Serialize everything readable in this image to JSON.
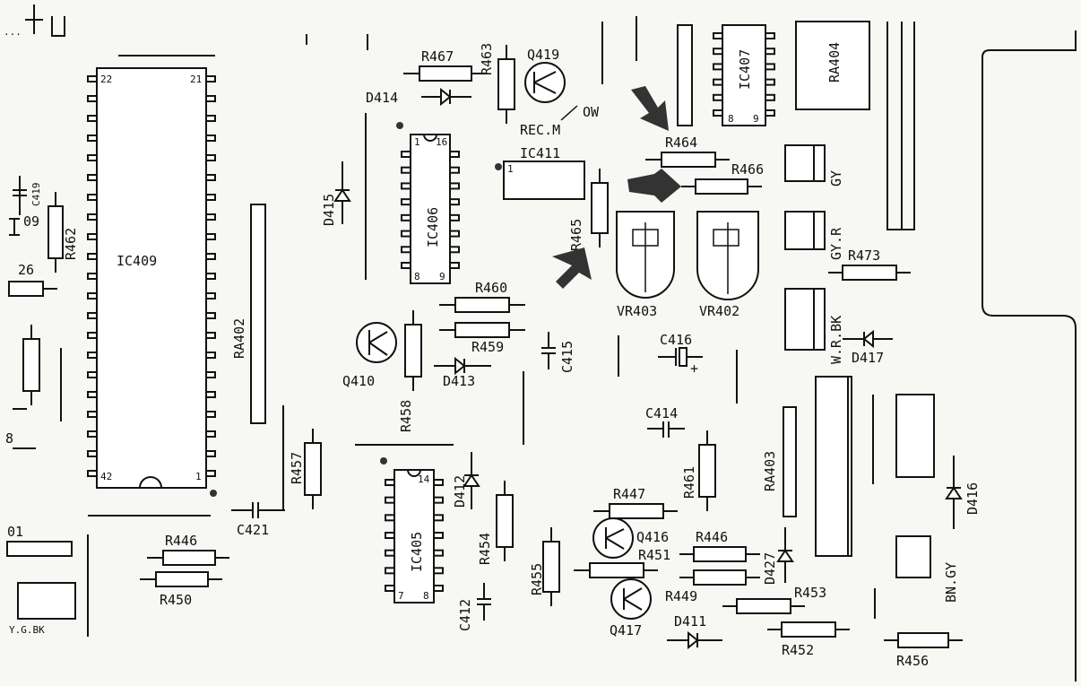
{
  "components": {
    "ic409": "IC409",
    "ic406": "IC406",
    "ic407": "IC407",
    "ic411": "IC411",
    "ic405": "IC405",
    "ra402": "RA402",
    "ra403": "RA403",
    "ra404": "RA404",
    "r467": "R467",
    "r463": "R463",
    "r464": "R464",
    "r466": "R466",
    "r465": "R465",
    "r460": "R460",
    "r459": "R459",
    "r458": "R458",
    "r457": "R457",
    "r462": "R462",
    "r446a": "R446",
    "r446b": "R446",
    "r450": "R450",
    "r454": "R454",
    "r455": "R455",
    "r447": "R447",
    "r451": "R451",
    "r449": "R449",
    "r453": "R453",
    "r452": "R452",
    "r456": "R456",
    "r473": "R473",
    "r461": "R461",
    "q419": "Q419",
    "q410": "Q410",
    "q416": "Q416",
    "q417": "Q417",
    "d414": "D414",
    "d415": "D415",
    "d413": "D413",
    "d412": "D412",
    "d411": "D411",
    "d417": "D417",
    "d416": "D416",
    "d427": "D427",
    "c419": "C419",
    "c415": "C415",
    "c416": "C416",
    "c414": "C414",
    "c421": "C421",
    "c412": "C412",
    "vr403": "VR403",
    "vr402": "VR402",
    "recm": "REC.M",
    "ow": "OW",
    "gy": "GY",
    "gyr": "GY.R",
    "wrbk": "W.R.BK",
    "bngy": "BN.GY",
    "ygbk": "Y.G.BK",
    "frag_09": "09",
    "frag_26": "26",
    "frag_8": "8",
    "frag_01": "01",
    "frag_top": "···"
  },
  "pins": {
    "ic409_22": "22",
    "ic409_21": "21",
    "ic409_42": "42",
    "ic409_1": "1",
    "ic406_1": "1",
    "ic406_16": "16",
    "ic406_8": "8",
    "ic406_9": "9",
    "ic407_8": "8",
    "ic407_9": "9",
    "ic405_14": "14",
    "ic405_7": "7",
    "ic405_8": "8",
    "ic411_1": "1",
    "c416_plus": "+"
  },
  "colors": {
    "ink": "#111111",
    "paper": "#f7f7f4"
  }
}
